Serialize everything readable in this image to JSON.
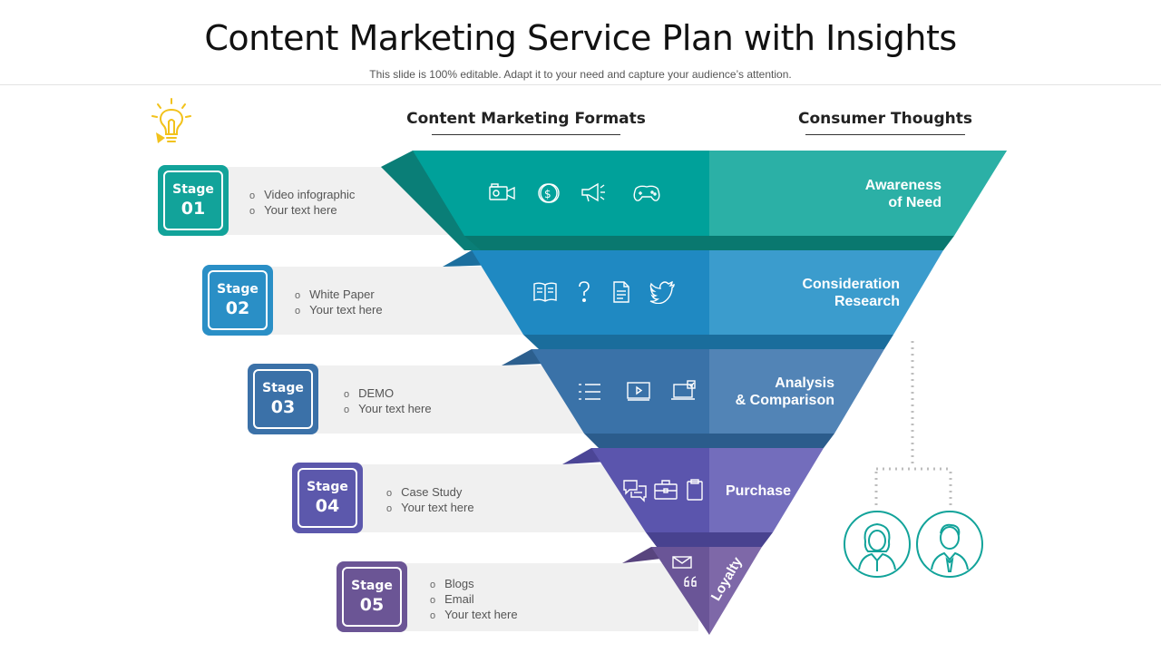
{
  "title": "Content Marketing Service Plan with Insights",
  "subtitle": "This slide is 100% editable. Adapt it to your need and capture your audience’s attention.",
  "columns": {
    "formats": "Content Marketing Formats",
    "thoughts": "Consumer Thoughts"
  },
  "stages": [
    {
      "word": "Stage",
      "num": "01",
      "items": [
        "Video infographic",
        "Your text here"
      ],
      "thought": [
        "Awareness",
        "of Need"
      ],
      "color": "#12a39a"
    },
    {
      "word": "Stage",
      "num": "02",
      "items": [
        "White Paper",
        "Your text here"
      ],
      "thought": [
        "Consideration",
        "Research"
      ],
      "color": "#2a8fc6"
    },
    {
      "word": "Stage",
      "num": "03",
      "items": [
        "DEMO",
        "Your text here"
      ],
      "thought": [
        "Analysis",
        "& Comparison"
      ],
      "color": "#3b71a8"
    },
    {
      "word": "Stage",
      "num": "04",
      "items": [
        "Case Study",
        "Your text here"
      ],
      "thought": [
        "Purchase"
      ],
      "color": "#5c58ac"
    },
    {
      "word": "Stage",
      "num": "05",
      "items": [
        "Blogs",
        "Email",
        "Your text here"
      ],
      "thought": [
        "Loyalty"
      ],
      "color": "#6b5595"
    }
  ],
  "icons": {
    "stage1": [
      "video-camera-icon",
      "coin-icon",
      "megaphone-icon",
      "gamepad-icon"
    ],
    "stage2": [
      "book-icon",
      "question-icon",
      "document-icon",
      "twitter-icon"
    ],
    "stage3": [
      "list-icon",
      "video-player-icon",
      "laptop-icon"
    ],
    "stage4": [
      "chat-icon",
      "briefcase-icon",
      "clipboard-icon"
    ],
    "stage5": [
      "envelope-icon",
      "quote-icon"
    ]
  }
}
